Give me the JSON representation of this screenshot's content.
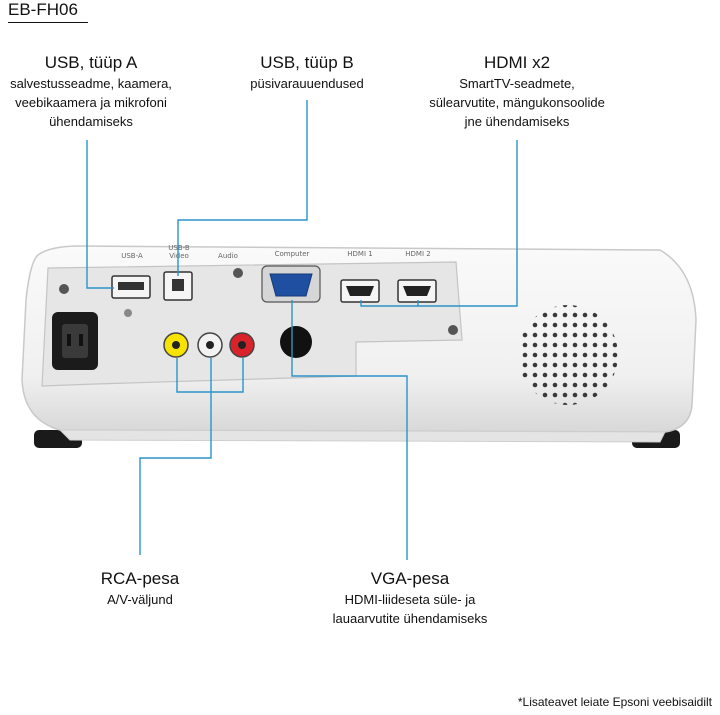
{
  "model": "EB-FH06",
  "callouts": {
    "usb_a": {
      "title": "USB, tüüp A",
      "desc": [
        "salvestusseadme, kaamera,",
        "veebikaamera ja mikrofoni",
        "ühendamiseks"
      ]
    },
    "usb_b": {
      "title": "USB, tüüp B",
      "desc": [
        "püsivarauuendused"
      ]
    },
    "hdmi": {
      "title": "HDMI x2",
      "desc": [
        "SmartTV-seadmete,",
        "sülearvutite, mängukonsoolide",
        "jne ühendamiseks"
      ]
    },
    "rca": {
      "title": "RCA-pesa",
      "desc": [
        "A/V-väljund"
      ]
    },
    "vga": {
      "title": "VGA-pesa",
      "desc": [
        "HDMI-liideseta süle- ja",
        "lauaarvutite ühendamiseks"
      ]
    }
  },
  "panel_labels": {
    "usb_a": "USB-A",
    "usb_b": "USB-B",
    "video": "Video",
    "audio": "Audio",
    "computer": "Computer",
    "hdmi1": "HDMI 1",
    "hdmi2": "HDMI 2"
  },
  "footnote": "*Lisateavet leiate Epsoni veebisaidilt",
  "colors": {
    "leader_line": "#2b93c9",
    "body": "#f2f2f2",
    "panel": "#e3e3e3"
  }
}
